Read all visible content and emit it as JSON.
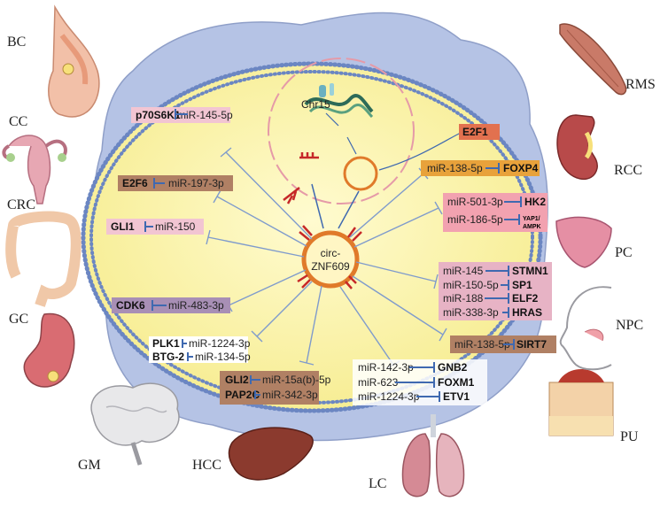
{
  "center": {
    "line1": "circ-",
    "line2": "ZNF609"
  },
  "chromosome": "Chr15",
  "top_target": "E2F1",
  "cancers": {
    "bc": "BC",
    "cc": "CC",
    "crc": "CRC",
    "gc": "GC",
    "gm": "GM",
    "hcc": "HCC",
    "lc": "LC",
    "pu": "PU",
    "npc": "NPC",
    "pc": "PC",
    "rcc": "RCC",
    "rms": "RMS"
  },
  "left_axes": [
    {
      "gene": "p70S6K1",
      "mirna": "miR-145-5p"
    },
    {
      "gene": "E2F6",
      "mirna": "miR-197-3p"
    },
    {
      "gene": "GLI1",
      "mirna": "miR-150"
    },
    {
      "gene": "CDK6",
      "mirna": "miR-483-3p"
    },
    {
      "gene": "PLK1",
      "mirna": "miR-1224-3p"
    },
    {
      "gene": "BTG-2",
      "mirna": "miR-134-5p"
    },
    {
      "gene": "GLI2",
      "mirna": "miR-15a(b)-5p"
    },
    {
      "gene": "PAP2C",
      "mirna": "miR-342-3p"
    }
  ],
  "right_axes": [
    {
      "mirna": "miR-138-5p",
      "gene": "FOXP4"
    },
    {
      "mirna": "miR-501-3p",
      "gene": "HK2"
    },
    {
      "mirna": "miR-186-5p",
      "gene": "YAP1/",
      "gene2": "AMPK"
    },
    {
      "mirna": "miR-145",
      "gene": "STMN1"
    },
    {
      "mirna": "miR-150-5p",
      "gene": "SP1"
    },
    {
      "mirna": "miR-188",
      "gene": "ELF2"
    },
    {
      "mirna": "miR-338-3p",
      "gene": "HRAS"
    },
    {
      "mirna": "miR-138-5p",
      "gene": "SIRT7"
    },
    {
      "mirna": "miR-142-3p",
      "gene": "GNB2"
    },
    {
      "mirna": "miR-623",
      "gene": "FOXM1"
    },
    {
      "mirna": "miR-1224-3p",
      "gene": "ETV1"
    }
  ],
  "colors": {
    "cell": "#b4c3e4",
    "cytoplasm": "#fbf4a7",
    "circ_ring": "#e07a2a",
    "inhibition": "#3f69b0",
    "pink_box": "#f2c5d2",
    "brown_box": "#b08064",
    "purple_box": "#a88fb5",
    "orange_box": "#e8a23b",
    "red_box": "#e2714f"
  }
}
